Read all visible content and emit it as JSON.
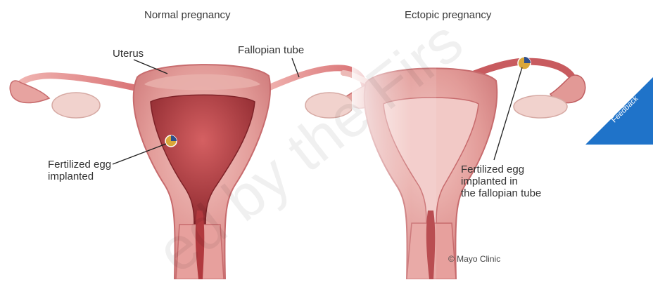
{
  "titles": {
    "normal": "Normal pregnancy",
    "ectopic": "Ectopic pregnancy"
  },
  "labels": {
    "uterus": "Uterus",
    "fallopian_tube": "Fallopian tube",
    "fertilized_egg_normal_line1": "Fertilized egg",
    "fertilized_egg_normal_line2": "implanted",
    "fertilized_egg_ectopic_line1": "Fertilized egg",
    "fertilized_egg_ectopic_line2": "implanted in",
    "fertilized_egg_ectopic_line3": "the fallopian tube"
  },
  "credit": "© Mayo Clinic",
  "feedback_tab": {
    "label": "Feedback",
    "color": "#1f73c9"
  },
  "watermark": "ed by the Firs",
  "colors": {
    "uterus_outer": "#e9a6a3",
    "uterus_mid": "#d9797a",
    "uterus_inner": "#b1393e",
    "tube": "#d36a6c",
    "ovary": "#f2d1cc",
    "egg_gold": "#d9a73a",
    "egg_blue": "#2d4f8c"
  }
}
